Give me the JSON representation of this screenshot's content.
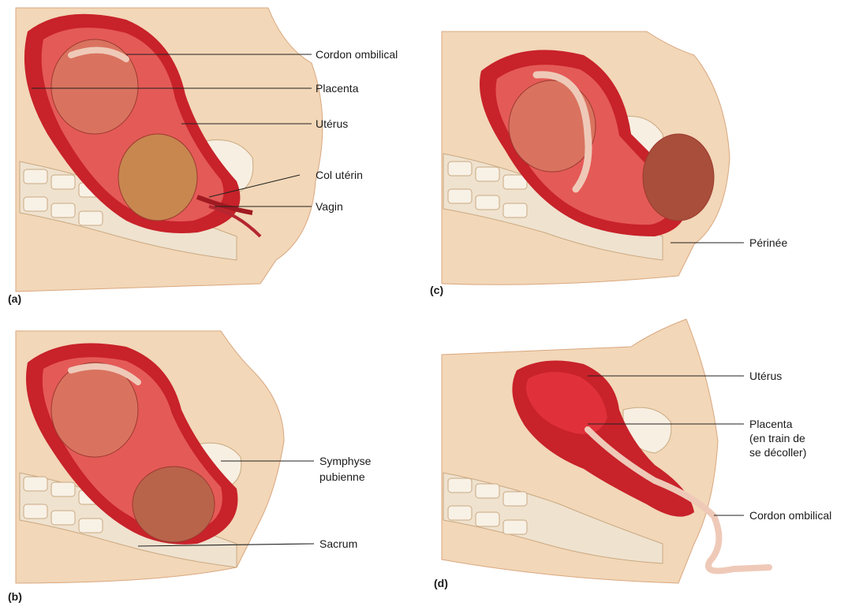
{
  "panels": [
    {
      "tag": "(a)",
      "labels": [
        "Cordon ombilical",
        "Placenta",
        "Utérus",
        "Col utérin",
        "Vagin"
      ]
    },
    {
      "tag": "(b)",
      "labels": [
        "Symphyse",
        "pubienne",
        "Sacrum"
      ]
    },
    {
      "tag": "(c)",
      "labels": [
        "Périnée"
      ]
    },
    {
      "tag": "(d)",
      "labels": [
        "Utérus",
        "Placenta",
        "(en train de",
        "se décoller)",
        "Cordon ombilical"
      ]
    }
  ],
  "colors": {
    "skin": "#f2d7b8",
    "skin_dark": "#e7b98f",
    "uterus": "#c8222a",
    "amniotic": "#e45a57",
    "fetus": "#d9735f",
    "bone": "#f4ece0",
    "cord": "#efc9b8"
  }
}
